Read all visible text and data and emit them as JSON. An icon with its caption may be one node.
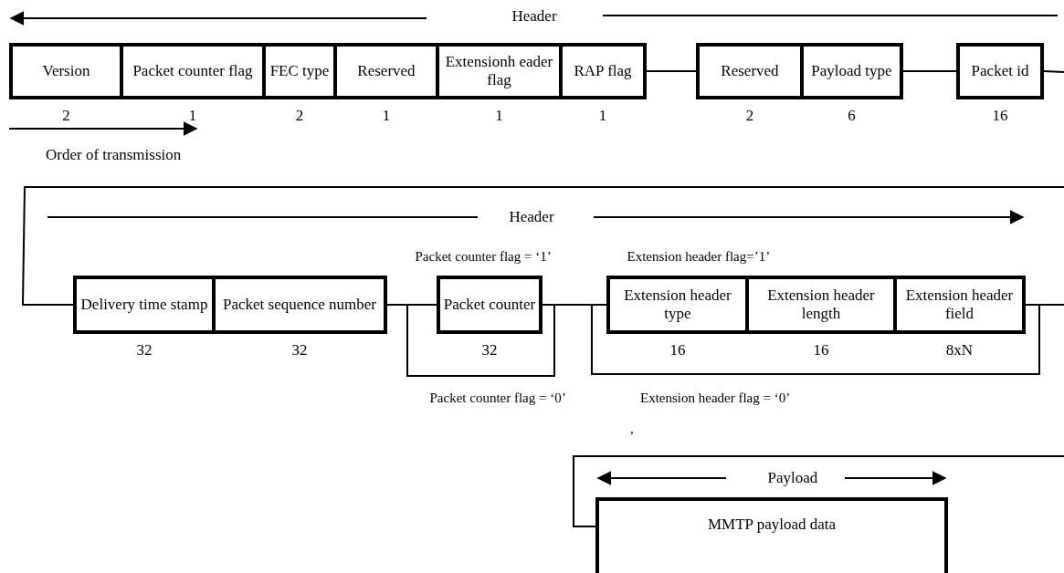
{
  "diagram": {
    "nodes": [
      {
        "text": [
          "Version"
        ],
        "beside": [
          "2"
        ]
      },
      {
        "text": [
          "Packet counter flag"
        ],
        "beside": [
          "1"
        ]
      },
      {
        "text": [
          "FEC type"
        ],
        "beside": [
          "2"
        ]
      },
      {
        "text": [
          "Reserved"
        ],
        "beside": [
          "1"
        ]
      },
      {
        "text": [
          "Extensionh eader flag"
        ],
        "beside": [
          "1"
        ]
      },
      {
        "text": [
          "RAP flag"
        ],
        "beside": [
          "1"
        ]
      },
      {
        "text": [
          "Reserved"
        ],
        "beside": [
          "2"
        ]
      },
      {
        "text": [
          "Payload type"
        ],
        "beside": [
          "6"
        ]
      },
      {
        "text": [
          "Packet id"
        ],
        "beside": [
          "16"
        ]
      },
      {
        "text": [
          "Delivery time stamp"
        ],
        "beside": [
          "32"
        ]
      },
      {
        "text": [
          "Packet sequence number"
        ],
        "beside": [
          "32"
        ]
      },
      {
        "text": [
          "Packet counter"
        ],
        "beside": [
          "32"
        ]
      },
      {
        "text": [
          "Extension header type"
        ],
        "beside": [
          "16"
        ]
      },
      {
        "text": [
          "Extension header length"
        ],
        "beside": [
          "16"
        ]
      },
      {
        "text": [
          "Extension header field"
        ],
        "beside": [
          "8xN"
        ]
      },
      {
        "text": [
          "MMTP payload data"
        ]
      }
    ],
    "edges": [
      {
        "from": 5,
        "to": 6,
        "arrow": "none"
      },
      {
        "from": 7,
        "to": 8,
        "arrow": "none"
      },
      {
        "from": 8,
        "to": null,
        "arrow": "none"
      },
      {
        "from": null,
        "to": 9,
        "arrow": "none"
      },
      {
        "from": 10,
        "to": 11,
        "arrow": "none"
      },
      {
        "from": 11,
        "to": 12,
        "arrow": "none"
      },
      {
        "from": 10,
        "to": 12,
        "arrow": "none"
      },
      {
        "from": 14,
        "to": null,
        "arrow": "none"
      },
      {
        "from": 11,
        "to": null,
        "arrow": "none"
      },
      {
        "from": null,
        "to": 15,
        "arrow": "none"
      }
    ],
    "labels": [
      "Header",
      "Order of transmission",
      "Header",
      "Packet counter flag = ‘1’",
      "Extension header flag=’1’",
      "Packet counter flag = ‘0’",
      "Extension header flag = ‘0’",
      ",",
      "Payload"
    ]
  }
}
